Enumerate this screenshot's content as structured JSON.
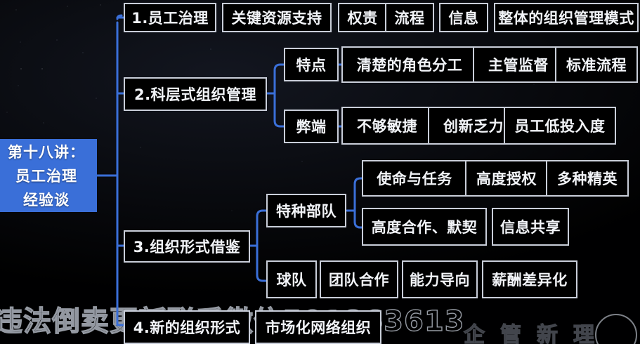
{
  "meta": {
    "accent_blue": "#3a6fd8",
    "node_border": "#c9ced9",
    "background": "#050507"
  },
  "root": {
    "lines": [
      "第十八讲：",
      "员工治理",
      "经验谈"
    ]
  },
  "watermarks": {
    "main": "违法倒卖更新联系微信501863613",
    "faint": "企管新理"
  },
  "branches": [
    {
      "id": "b1",
      "label": "1.员工治理",
      "children": [
        {
          "label": "关键资源支持"
        },
        {
          "label": "权责"
        },
        {
          "label": "流程"
        },
        {
          "label": "信息"
        },
        {
          "label": "整体的组织管理模式"
        }
      ]
    },
    {
      "id": "b2",
      "label": "2.科层式组织管理",
      "groups": [
        {
          "label": "特点",
          "items": [
            "清楚的角色分工",
            "主管监督",
            "标准流程"
          ]
        },
        {
          "label": "弊端",
          "items": [
            "不够敏捷",
            "创新乏力",
            "员工低投入度"
          ]
        }
      ]
    },
    {
      "id": "b3",
      "label": "3.组织形式借鉴",
      "groups": [
        {
          "label": "特种部队",
          "items": [
            "使命与任务",
            "高度授权",
            "多种精英",
            "高度合作、默契",
            "信息共享"
          ]
        },
        {
          "label": "球队",
          "items": [
            "团队合作",
            "能力导向",
            "薪酬差异化"
          ]
        }
      ]
    },
    {
      "id": "b4",
      "label": "4.新的组织形式",
      "children": [
        {
          "label": "市场化网络组织"
        }
      ]
    }
  ]
}
